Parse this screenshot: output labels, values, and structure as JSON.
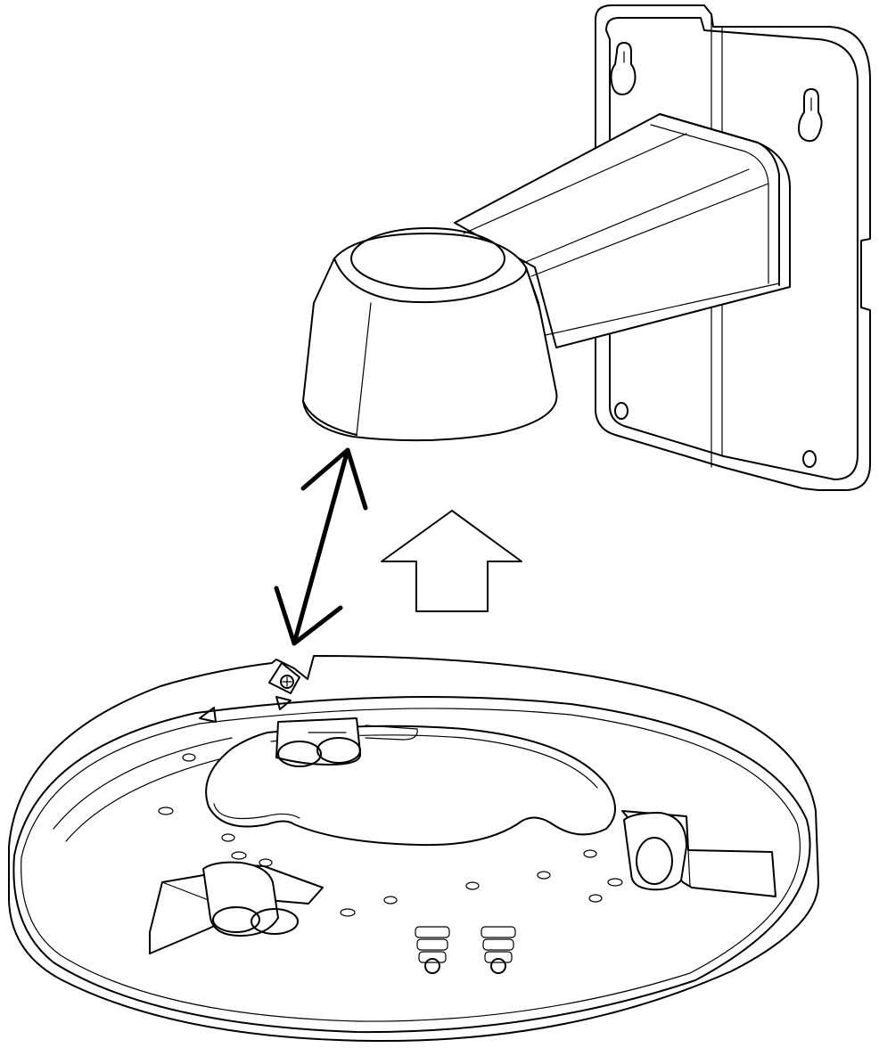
{
  "figure": {
    "parts": [
      {
        "id": "wall-bracket",
        "icon": "wall-mount-bracket-icon"
      },
      {
        "id": "mount-plate",
        "icon": "camera-mount-plate-icon"
      }
    ],
    "indicators": [
      {
        "id": "double-headed-arrow",
        "icon": "double-arrow-icon"
      },
      {
        "id": "upward-arrow",
        "icon": "up-arrow-icon"
      },
      {
        "id": "alignment-triangle",
        "icon": "triangle-marker-icon"
      }
    ],
    "colors": {
      "line": "#000000",
      "background": "#ffffff"
    }
  }
}
